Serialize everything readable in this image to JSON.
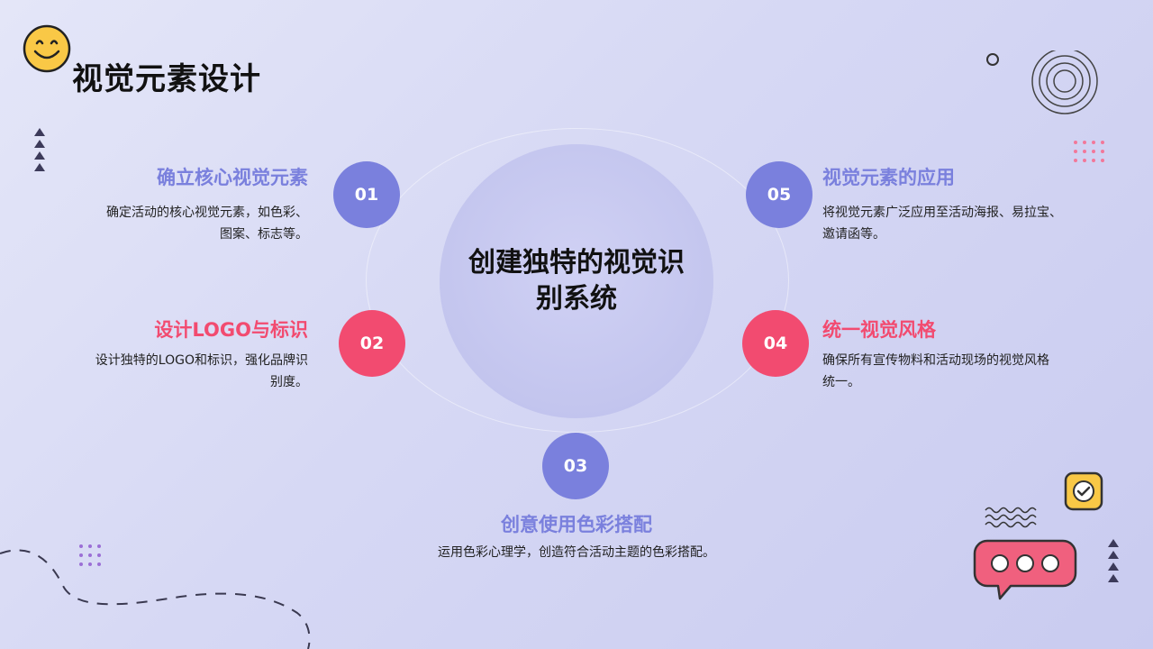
{
  "page": {
    "title": "视觉元素设计"
  },
  "center": {
    "text": "创建独特的视觉识别系统"
  },
  "items": [
    {
      "number": "01",
      "title": "确立核心视觉元素",
      "desc_lines": [
        "确定活动的核心视觉元素，如色彩、",
        "图案、标志等。"
      ]
    },
    {
      "number": "02",
      "title": "设计LOGO与标识",
      "desc_lines": [
        "设计独特的LOGO和标识，强化品牌识",
        "别度。"
      ]
    },
    {
      "number": "03",
      "title": "创意使用色彩搭配",
      "desc_lines": [
        "运用色彩心理学，创造符合活动主题的色彩搭配。"
      ]
    },
    {
      "number": "04",
      "title": "统一视觉风格",
      "desc_lines": [
        "确保所有宣传物料和活动现场的视觉风格",
        "统一。"
      ]
    },
    {
      "number": "05",
      "title": "视觉元素的应用",
      "desc_lines": [
        "将视觉元素广泛应用至活动海报、易拉宝、",
        "邀请函等。"
      ]
    }
  ],
  "colors": {
    "accent_blue": "#7a80dd",
    "accent_red": "#f24b70",
    "background": "#d6d8f4",
    "emoji_yellow": "#f9c846"
  },
  "icons": {
    "top_left": "smiley-face-icon",
    "bottom_right_badge": "checkmark-icon",
    "chat": "chat-bubble-icon"
  }
}
